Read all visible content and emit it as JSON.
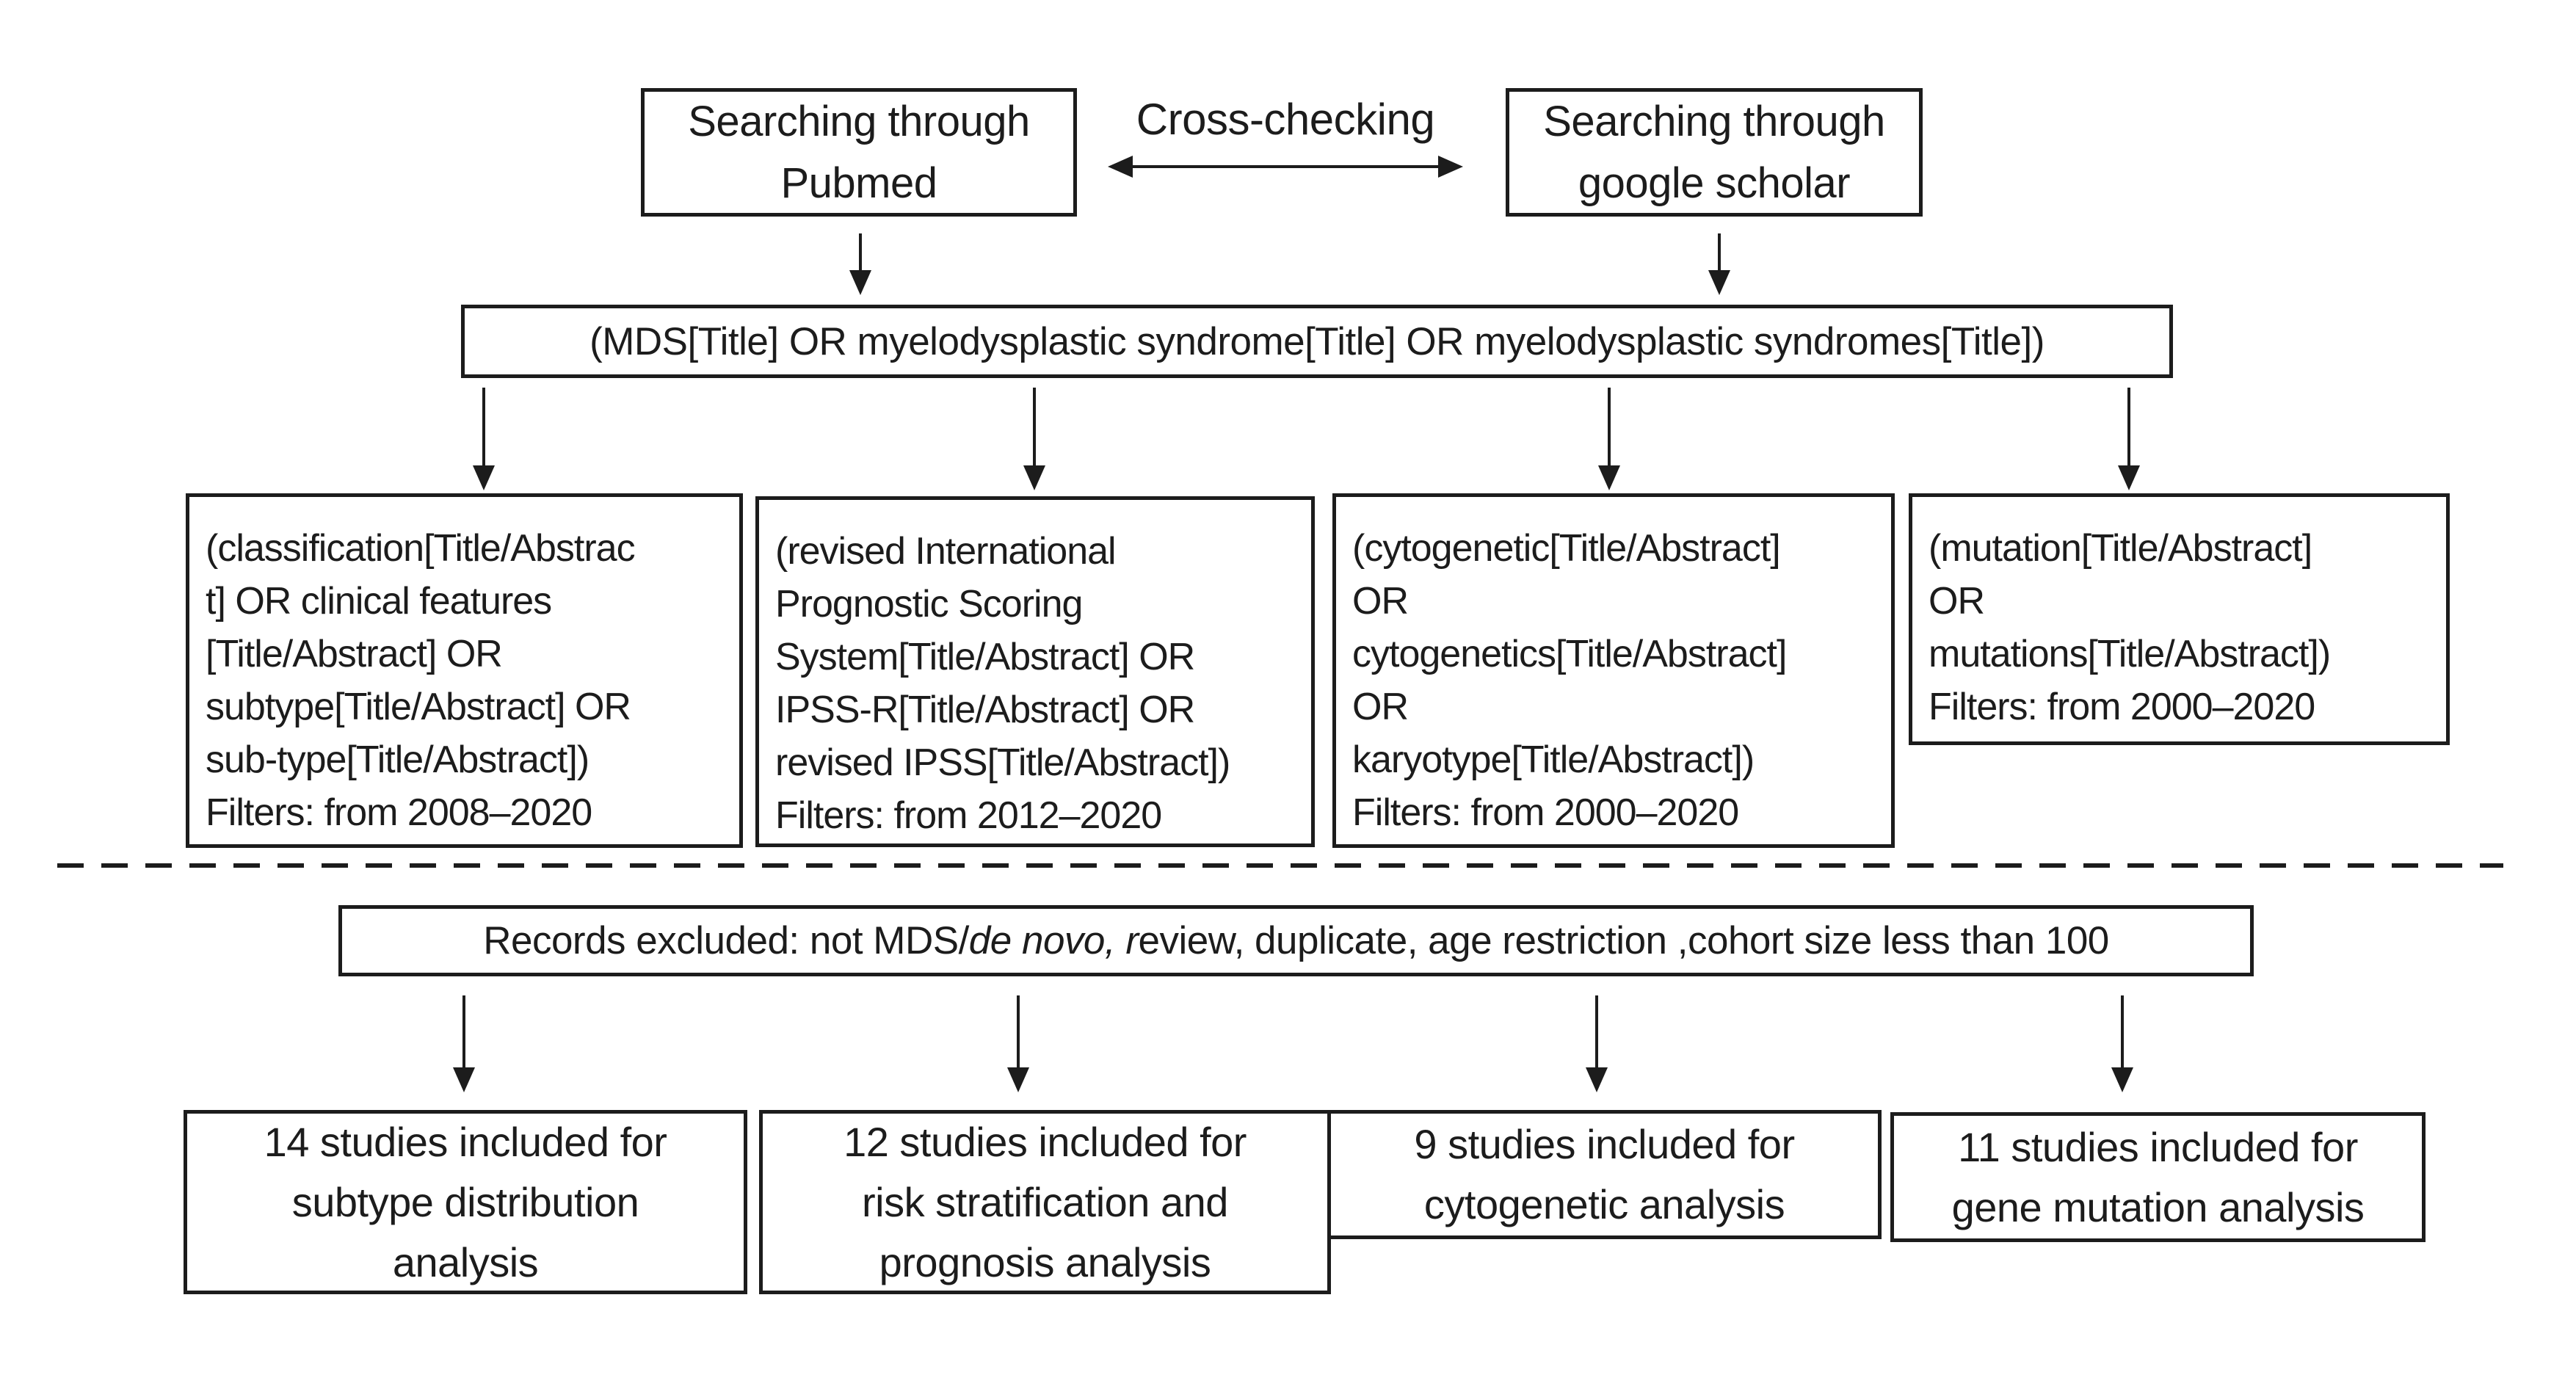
{
  "diagram": {
    "colors": {
      "ink": "#1c1c1c",
      "background": "#ffffff"
    },
    "sources": {
      "pubmed": {
        "lines": [
          "Searching through",
          "Pubmed"
        ]
      },
      "scholar": {
        "lines": [
          "Searching through",
          "google scholar"
        ]
      },
      "cross_check_label": "Cross-checking"
    },
    "query": "(MDS[Title] OR myelodysplastic syndrome[Title] OR myelodysplastic syndromes[Title])",
    "search_filters": [
      {
        "lines": [
          "(classification[Title/Abstrac",
          "t] OR clinical features",
          "[Title/Abstract] OR",
          "subtype[Title/Abstract] OR",
          "sub-type[Title/Abstract])",
          "Filters: from 2008–2020"
        ]
      },
      {
        "lines": [
          "(revised International",
          "Prognostic Scoring",
          "System[Title/Abstract] OR",
          "IPSS-R[Title/Abstract] OR",
          "revised IPSS[Title/Abstract])",
          "Filters: from 2012–2020"
        ]
      },
      {
        "lines": [
          "(cytogenetic[Title/Abstract]",
          "OR",
          "cytogenetics[Title/Abstract]",
          "OR",
          "karyotype[Title/Abstract])",
          "Filters: from 2000–2020"
        ]
      },
      {
        "lines": [
          "(mutation[Title/Abstract]",
          "OR",
          "mutations[Title/Abstract])",
          "Filters: from 2000–2020"
        ]
      }
    ],
    "exclusion": {
      "segments": [
        {
          "text": "Records excluded: not MDS/",
          "italic": false
        },
        {
          "text": "de novo, r",
          "italic": true
        },
        {
          "text": "eview, duplicate, age restriction ,cohort size less than 100",
          "italic": false
        }
      ]
    },
    "results": [
      {
        "lines": [
          "14 studies included for",
          "subtype distribution",
          "analysis"
        ]
      },
      {
        "lines": [
          "12 studies included for",
          "risk stratification and",
          "prognosis analysis"
        ]
      },
      {
        "lines": [
          "9 studies included for",
          "cytogenetic analysis"
        ]
      },
      {
        "lines": [
          "11 studies included for",
          "gene mutation analysis"
        ]
      }
    ]
  }
}
